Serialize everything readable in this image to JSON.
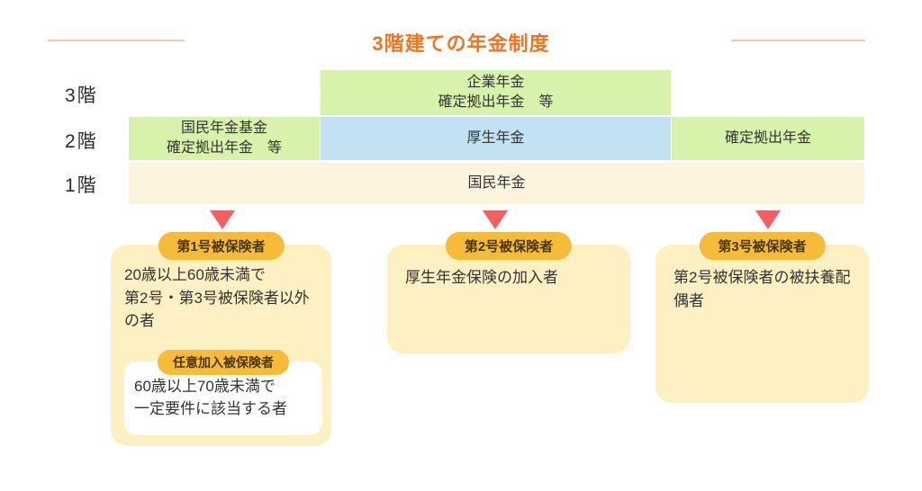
{
  "title": {
    "text": "3階建ての年金制度"
  },
  "pension_chart": {
    "floor_labels": [
      {
        "label": "3階"
      },
      {
        "label": "2階"
      },
      {
        "label": "1階"
      }
    ],
    "boxes": {
      "floor3_center": {
        "label": "企業年金\n確定拠出年金　等",
        "color": "#d7f3ab"
      },
      "floor2_left": {
        "label": "国民年金基金\n確定拠出年金　等",
        "color": "#d7f3ab"
      },
      "floor2_center": {
        "label": "厚生年金",
        "color": "#c2e2f3"
      },
      "floor2_right": {
        "label": "確定拠出年金",
        "color": "#d7f3ab"
      },
      "floor1_full": {
        "label": "国民年金",
        "color": "#fcf4de"
      }
    }
  },
  "cards": [
    {
      "badge": "第1号被保険者",
      "text": "20歳以上60歳未満で\n第2号・第3号被保険者以外の者",
      "sub_card": {
        "badge": "任意加入被保険者",
        "text": "60歳以上70歳未満で\n一定要件に該当する者"
      }
    },
    {
      "badge": "第2号被保険者",
      "text": "厚生年金保険の加入者"
    },
    {
      "badge": "第3号被保険者",
      "text": "第2号被保険者の被扶養配偶者"
    }
  ],
  "colors": {
    "title": "#f5731d",
    "divider_line": "#f9c8a4",
    "box_green": "#d7f3ab",
    "box_blue": "#c2e2f3",
    "box_cream": "#fcf4de",
    "card_background": "#fdf0c2",
    "badge_background": "#f6bc39",
    "badge_text": "#4a3500",
    "arrow_red": "#f26062",
    "body_text": "#333333"
  }
}
